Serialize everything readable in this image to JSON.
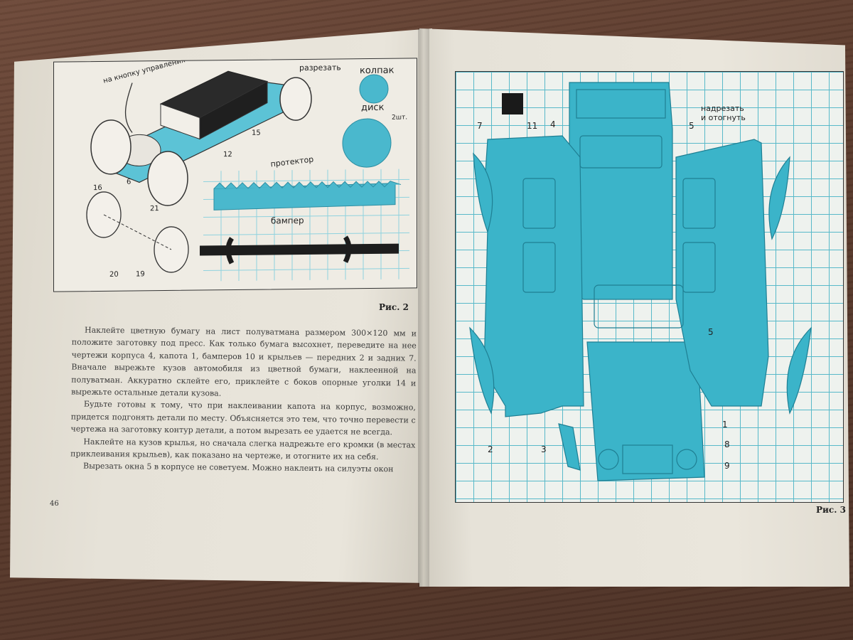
{
  "left_page": {
    "figure": {
      "labels": {
        "control_button": "на кнопку управления",
        "cut": "разрезать",
        "cap": "колпак",
        "disk": "диск",
        "disk_count": "2шт.",
        "tread": "протектор",
        "bumper": "бампер",
        "n15": "15",
        "n12": "12",
        "n6": "6",
        "n16": "16",
        "n21": "21",
        "n20": "20",
        "n19": "19"
      },
      "caption": "Рис. 2"
    },
    "paragraphs": [
      "Наклейте цветную бумагу на лист полуватмана размером 300×120 мм и положите заготовку под пресс. Как только бумага высохнет, переведите на нее чертежи корпуса 4, капота 1, бамперов 10 и крыльев — передних 2 и задних 7. Вначале вырежьте кузов автомобиля из цветной бумаги, наклеенной на полуватман. Аккуратно склейте его, приклейте с боков опорные уголки 14 и вырежьте остальные детали кузова.",
      "Будьте готовы к тому, что при наклеивании капота на корпус, возможно, придется подгонять детали по месту. Объясняется это тем, что точно перевести с чертежа на заготовку контур детали, а потом вырезать ее удается не всегда.",
      "Наклейте на кузов крылья, но сначала слегка надрежьте его кромки (в местах приклеивания крыльев), как показано на чертеже, и отогните их на себя.",
      "Вырезать окна 5 в корпусе не советуем. Можно наклеить на силуэты окон"
    ],
    "page_number": "46"
  },
  "right_page": {
    "figure": {
      "labels": {
        "cut_and_bend_1": "надрезать",
        "cut_and_bend_2": "и отогнуть",
        "n11": "11",
        "n4": "4",
        "n5a": "5",
        "n7": "7",
        "n5b": "5",
        "n1": "1",
        "n2": "2",
        "n3": "3",
        "n8": "8",
        "n9": "9"
      },
      "caption": "Рис. 3"
    }
  },
  "colors": {
    "blueprint": "#3bb4c9",
    "blueprint_dark": "#1f7f93",
    "paper": "#e8e4da",
    "table": "#5a3a2c"
  }
}
